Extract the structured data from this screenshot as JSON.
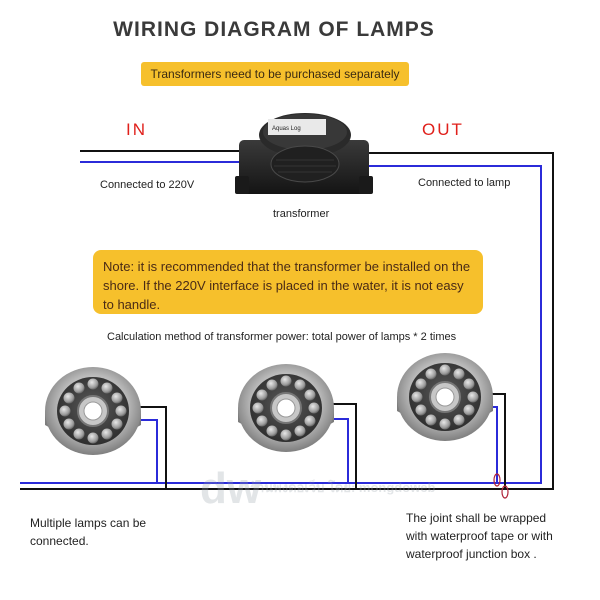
{
  "title": "WIRING DIAGRAM OF LAMPS",
  "banner": "Transformers need to be purchased separately",
  "input_label": "IN",
  "output_label": "OUT",
  "input_caption": "Connected to 220V",
  "output_caption": "Connected to lamp",
  "transformer_caption": "transformer",
  "transformer_brand": "Aquas Log",
  "note": "Note: it is recommended that the transformer be installed on the shore. If the 220V interface is placed in the water, it is not easy to handle.",
  "calculation": "Calculation method of transformer power: total power of lamps * 2 times",
  "multiple_lamps_line1": "Multiple lamps can be",
  "multiple_lamps_line2": "connected.",
  "joint_line1": "The joint shall be wrapped",
  "joint_line2": "with waterproof tape or with",
  "joint_line3": "waterproof junction box .",
  "watermark": "ร้านพงดอเว็บ โดย: mongdoweb",
  "colors": {
    "black_wire": "#111111",
    "blue_wire": "#2b2bd9",
    "highlight": "#f6c02c",
    "io_text": "#e0201b"
  },
  "icons": [
    "transformer-icon",
    "underwater-lamp-icon",
    "wire-joint-icon"
  ]
}
